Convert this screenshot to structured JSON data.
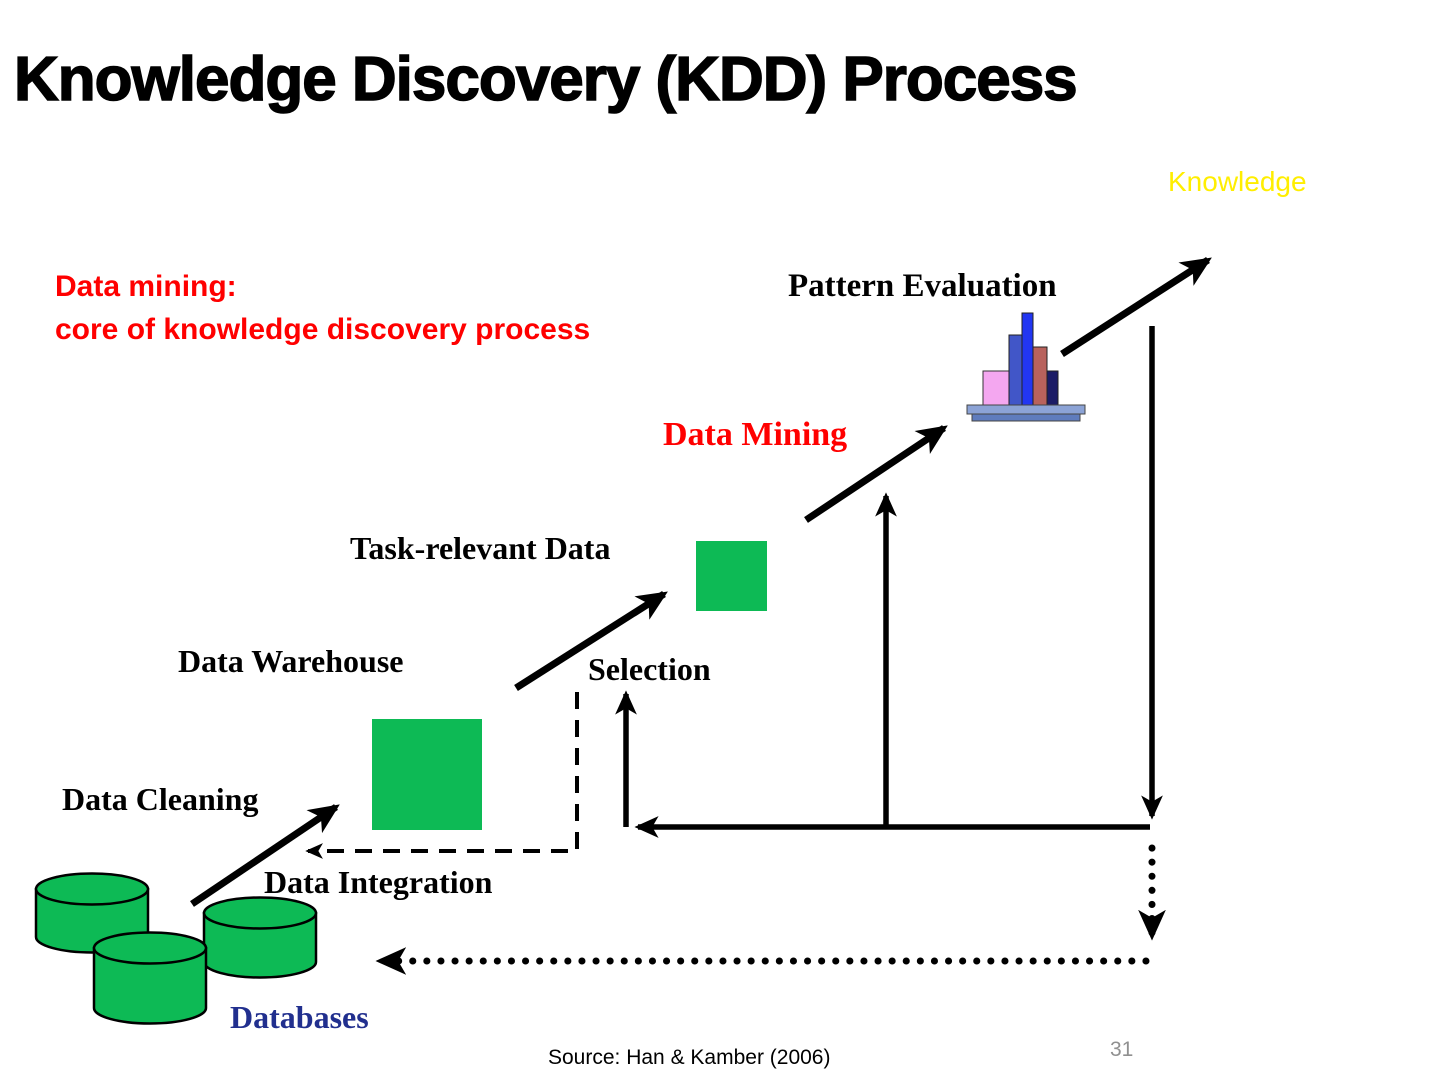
{
  "slide": {
    "title": "Knowledge Discovery (KDD) Process",
    "page_number": "31",
    "source_note": "Source: Han & Kamber (2006)"
  },
  "annotations": {
    "knowledge": "Knowledge",
    "note_line1": "Data mining:",
    "note_line2": "core of knowledge discovery process"
  },
  "stages": {
    "pattern_evaluation": "Pattern Evaluation",
    "data_mining": "Data Mining",
    "task_relevant_data": "Task-relevant Data",
    "data_warehouse": "Data Warehouse",
    "selection": "Selection",
    "data_cleaning": "Data Cleaning",
    "data_integration": "Data Integration",
    "databases": "Databases"
  },
  "colors": {
    "knowledge_yellow": "#FFEE00",
    "note_red": "#FF0000",
    "data_mining_red": "#FF0000",
    "databases_navy": "#212F8E",
    "shape_green": "#0DBA55",
    "page_number_gray": "#909090",
    "chart_platform_top": "#8CA3D6",
    "chart_platform_front": "#5F7CBD",
    "chart_bar_pink": "#F4A7F0",
    "chart_bar_blue": "#4156C8",
    "chart_bar_bright_blue": "#2236F2",
    "chart_bar_red": "#B8625C",
    "chart_bar_dark": "#1C1C66"
  }
}
